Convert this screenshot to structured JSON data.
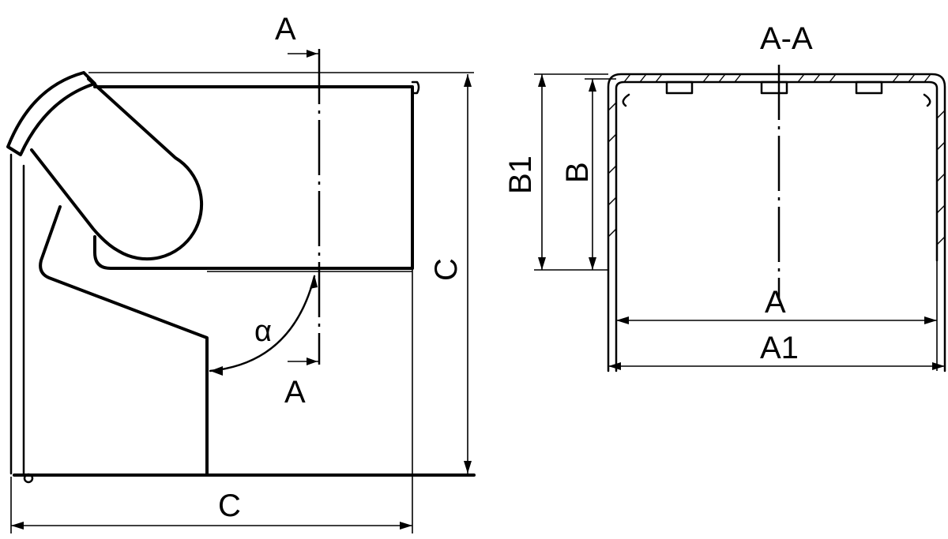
{
  "labels": {
    "section_mark": "A",
    "section_title": "A-A",
    "dim_height": "C",
    "dim_width": "C",
    "angle": "α",
    "dim_a": "A",
    "dim_a1": "A1",
    "dim_b": "B",
    "dim_b1": "B1"
  }
}
